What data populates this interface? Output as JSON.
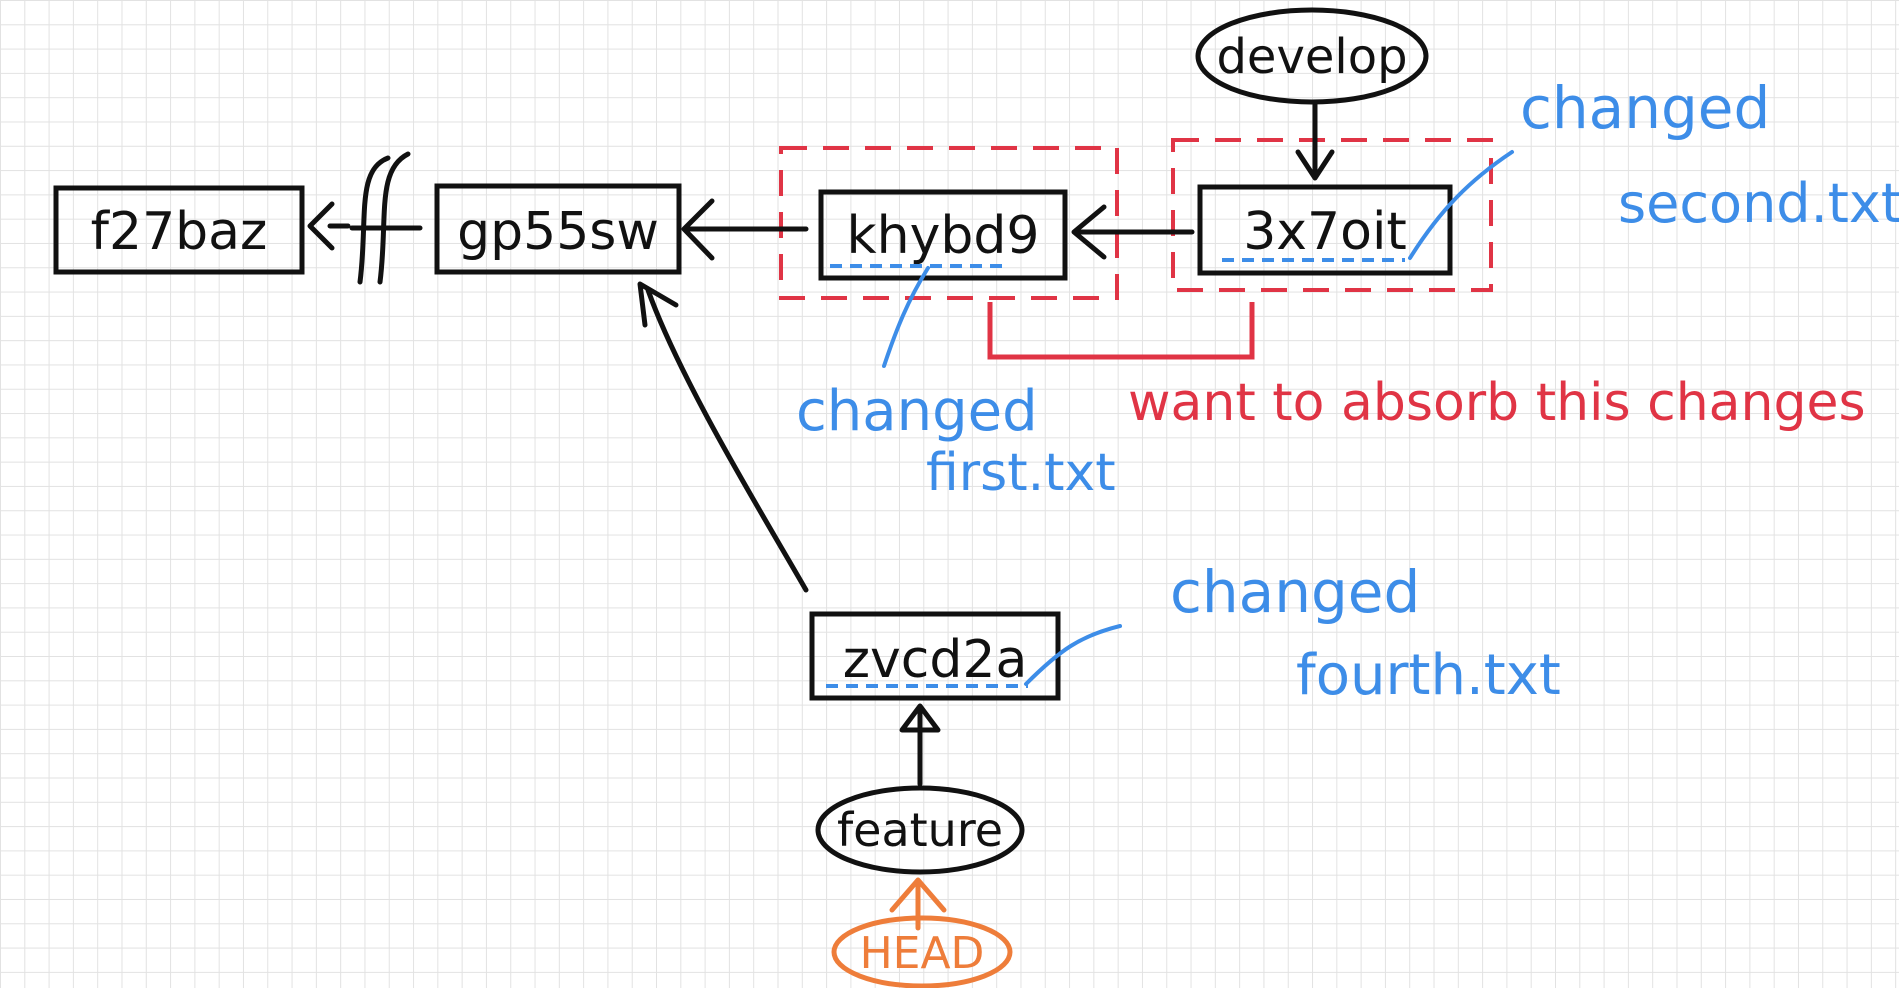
{
  "commits": {
    "f27baz": "f27baz",
    "gp55sw": "gp55sw",
    "khybd9": "khybd9",
    "c3x7oit": "3x7oit",
    "zvcd2a": "zvcd2a"
  },
  "branches": {
    "develop": "develop",
    "feature": "feature",
    "head": "HEAD"
  },
  "notes": {
    "second_line1": "changed",
    "second_line2": "second.txt",
    "first_line1": "changed",
    "first_line2": "first.txt",
    "fourth_line1": "changed",
    "fourth_line2": "fourth.txt",
    "absorb": "want to absorb this changes"
  },
  "colors": {
    "ink": "#111111",
    "blue": "#3d8de8",
    "red": "#e03445",
    "orange": "#ee7d3a"
  }
}
